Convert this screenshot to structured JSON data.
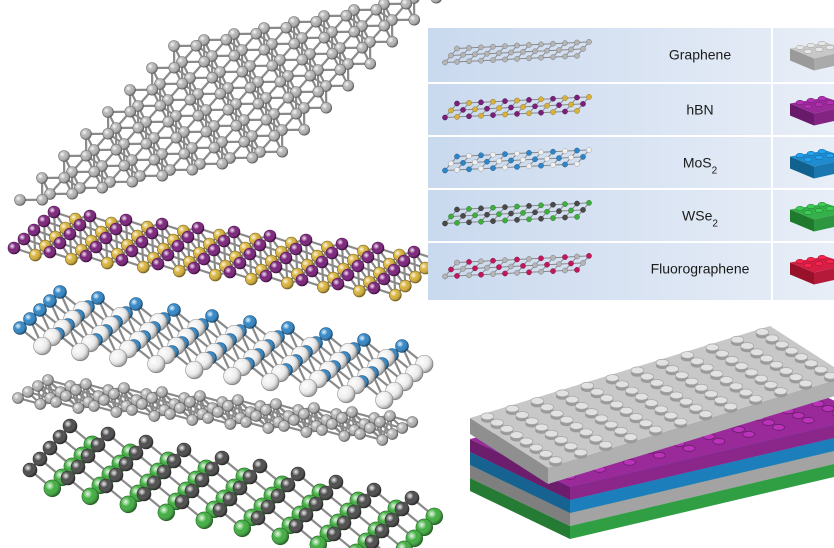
{
  "legend": {
    "rows": [
      {
        "label": "Graphene",
        "sub": "",
        "atom_colors": [
          "#b5b5b5"
        ],
        "brick_color": "#c8c8c8",
        "brick_dark": "#9a9a9a"
      },
      {
        "label": "hBN",
        "sub": "",
        "atom_colors": [
          "#7b1f7b",
          "#d8b23a"
        ],
        "brick_color": "#9a2a9a",
        "brick_dark": "#6a1a6a"
      },
      {
        "label": "MoS",
        "sub": "2",
        "atom_colors": [
          "#2e86c8",
          "#f0f0f0"
        ],
        "brick_color": "#1f8ccf",
        "brick_dark": "#11618f"
      },
      {
        "label": "WSe",
        "sub": "2",
        "atom_colors": [
          "#4a4a4a",
          "#3fae3f"
        ],
        "brick_color": "#35b04a",
        "brick_dark": "#1f7a2e"
      },
      {
        "label": "Fluorographene",
        "sub": "",
        "atom_colors": [
          "#b5b5b5",
          "#c2185b"
        ],
        "brick_color": "#d61f45",
        "brick_dark": "#961129"
      }
    ]
  },
  "layers": [
    {
      "name": "graphene",
      "atom_colors": [
        "#b5b5b5"
      ]
    },
    {
      "name": "hbn",
      "atom_colors": [
        "#7b1f7b",
        "#d8b23a"
      ]
    },
    {
      "name": "mos2",
      "atom_colors": [
        "#2e86c8",
        "#f0f0f0"
      ]
    },
    {
      "name": "graphene",
      "atom_colors": [
        "#b5b5b5"
      ]
    },
    {
      "name": "wse2",
      "atom_colors": [
        "#4a4a4a",
        "#3fae3f"
      ]
    }
  ],
  "brick_stack": [
    "#35b04a",
    "#b5b5b5",
    "#1f8ccf",
    "#9a2a9a",
    "#c8c8c8"
  ]
}
